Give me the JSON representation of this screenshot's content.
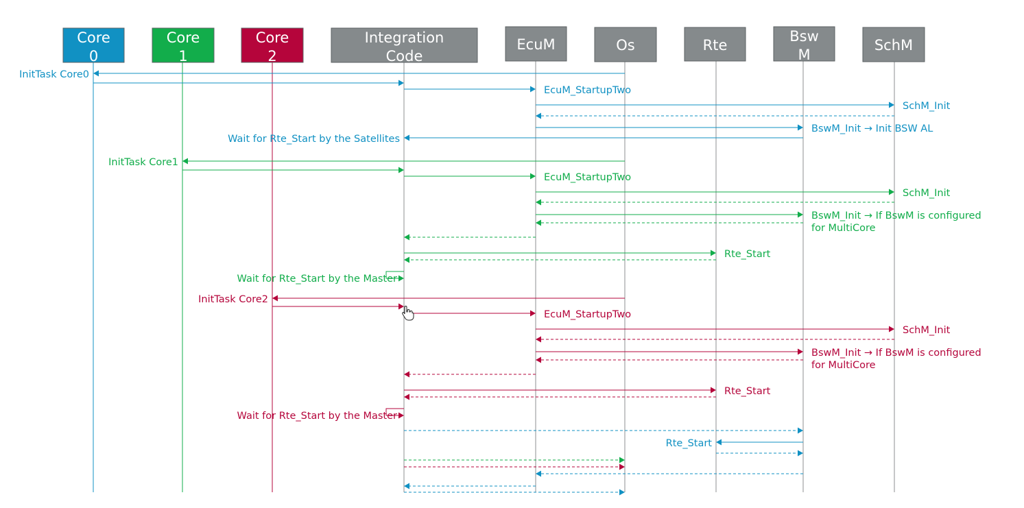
{
  "colors": {
    "core0": "#1191c3",
    "core1": "#12ad4b",
    "core2": "#b5053b",
    "module": "#858a8c",
    "lifeline": "#8c8f91"
  },
  "participants": [
    {
      "id": "core0",
      "line1": "Core",
      "line2": "0",
      "color": "core0"
    },
    {
      "id": "core1",
      "line1": "Core",
      "line2": "1",
      "color": "core1"
    },
    {
      "id": "core2",
      "line1": "Core",
      "line2": "2",
      "color": "core2"
    },
    {
      "id": "integration",
      "line1": "Integration",
      "line2": "Code",
      "color": "module"
    },
    {
      "id": "ecum",
      "line1": "EcuM",
      "line2": "",
      "color": "module"
    },
    {
      "id": "os",
      "line1": "Os",
      "line2": "",
      "color": "module"
    },
    {
      "id": "rte",
      "line1": "Rte",
      "line2": "",
      "color": "module"
    },
    {
      "id": "bswm",
      "line1": "Bsw",
      "line2": "M",
      "color": "module"
    },
    {
      "id": "schm",
      "line1": "SchM",
      "line2": "",
      "color": "module"
    }
  ],
  "messages": [
    {
      "from": "os",
      "to": "core0",
      "core": "core0",
      "dashed": false,
      "label": "InitTask Core0"
    },
    {
      "from": "core0",
      "to": "integration",
      "core": "core0",
      "dashed": false,
      "label": ""
    },
    {
      "from": "integration",
      "to": "ecum",
      "core": "core0",
      "dashed": false,
      "label": "EcuM_StartupTwo"
    },
    {
      "from": "ecum",
      "to": "schm",
      "core": "core0",
      "dashed": false,
      "label": "SchM_Init"
    },
    {
      "from": "schm",
      "to": "ecum",
      "core": "core0",
      "dashed": true,
      "label": ""
    },
    {
      "from": "ecum",
      "to": "bswm",
      "core": "core0",
      "dashed": false,
      "label": "BswM_Init → Init BSW AL"
    },
    {
      "from": "bswm",
      "to": "integration",
      "core": "core0",
      "dashed": false,
      "label": "Wait for Rte_Start by the Satellites"
    },
    {
      "from": "os",
      "to": "core1",
      "core": "core1",
      "dashed": false,
      "label": "InitTask Core1"
    },
    {
      "from": "core1",
      "to": "integration",
      "core": "core1",
      "dashed": false,
      "label": ""
    },
    {
      "from": "integration",
      "to": "ecum",
      "core": "core1",
      "dashed": false,
      "label": "EcuM_StartupTwo"
    },
    {
      "from": "ecum",
      "to": "schm",
      "core": "core1",
      "dashed": false,
      "label": "SchM_Init"
    },
    {
      "from": "schm",
      "to": "ecum",
      "core": "core1",
      "dashed": true,
      "label": ""
    },
    {
      "from": "ecum",
      "to": "bswm",
      "core": "core1",
      "dashed": false,
      "label": "BswM_Init → If BswM is configured",
      "label2": "for MultiCore"
    },
    {
      "from": "bswm",
      "to": "ecum",
      "core": "core1",
      "dashed": true,
      "label": ""
    },
    {
      "from": "ecum",
      "to": "integration",
      "core": "core1",
      "dashed": true,
      "label": ""
    },
    {
      "from": "integration",
      "to": "rte",
      "core": "core1",
      "dashed": false,
      "label": "Rte_Start"
    },
    {
      "from": "rte",
      "to": "integration",
      "core": "core1",
      "dashed": true,
      "label": ""
    },
    {
      "from": "integration",
      "to": "integration",
      "core": "core1",
      "dashed": false,
      "self": true,
      "label": "Wait for Rte_Start by the Master"
    },
    {
      "from": "os",
      "to": "core2",
      "core": "core2",
      "dashed": false,
      "label": "InitTask Core2"
    },
    {
      "from": "core2",
      "to": "integration",
      "core": "core2",
      "dashed": false,
      "label": ""
    },
    {
      "from": "integration",
      "to": "ecum",
      "core": "core2",
      "dashed": false,
      "label": "EcuM_StartupTwo"
    },
    {
      "from": "ecum",
      "to": "schm",
      "core": "core2",
      "dashed": false,
      "label": "SchM_Init"
    },
    {
      "from": "schm",
      "to": "ecum",
      "core": "core2",
      "dashed": true,
      "label": ""
    },
    {
      "from": "ecum",
      "to": "bswm",
      "core": "core2",
      "dashed": false,
      "label": "BswM_Init → If BswM is configured",
      "label2": "for MultiCore"
    },
    {
      "from": "bswm",
      "to": "ecum",
      "core": "core2",
      "dashed": true,
      "label": ""
    },
    {
      "from": "ecum",
      "to": "integration",
      "core": "core2",
      "dashed": true,
      "label": ""
    },
    {
      "from": "integration",
      "to": "rte",
      "core": "core2",
      "dashed": false,
      "label": "Rte_Start"
    },
    {
      "from": "rte",
      "to": "integration",
      "core": "core2",
      "dashed": true,
      "label": ""
    },
    {
      "from": "integration",
      "to": "integration",
      "core": "core2",
      "dashed": false,
      "self": true,
      "label": "Wait for Rte_Start by the Master"
    },
    {
      "from": "integration",
      "to": "bswm",
      "core": "core0",
      "dashed": true,
      "label": ""
    },
    {
      "from": "bswm",
      "to": "rte",
      "core": "core0",
      "dashed": false,
      "label": "Rte_Start"
    },
    {
      "from": "rte",
      "to": "bswm",
      "core": "core0",
      "dashed": true,
      "label": ""
    },
    {
      "from": "integration",
      "to": "os",
      "core": "core1",
      "dashed": true,
      "label": ""
    },
    {
      "from": "integration",
      "to": "os",
      "core": "core2",
      "dashed": true,
      "label": ""
    },
    {
      "from": "bswm",
      "to": "ecum",
      "core": "core0",
      "dashed": true,
      "label": ""
    },
    {
      "from": "ecum",
      "to": "integration",
      "core": "core0",
      "dashed": true,
      "label": ""
    },
    {
      "from": "integration",
      "to": "os",
      "core": "core0",
      "dashed": true,
      "label": ""
    }
  ]
}
